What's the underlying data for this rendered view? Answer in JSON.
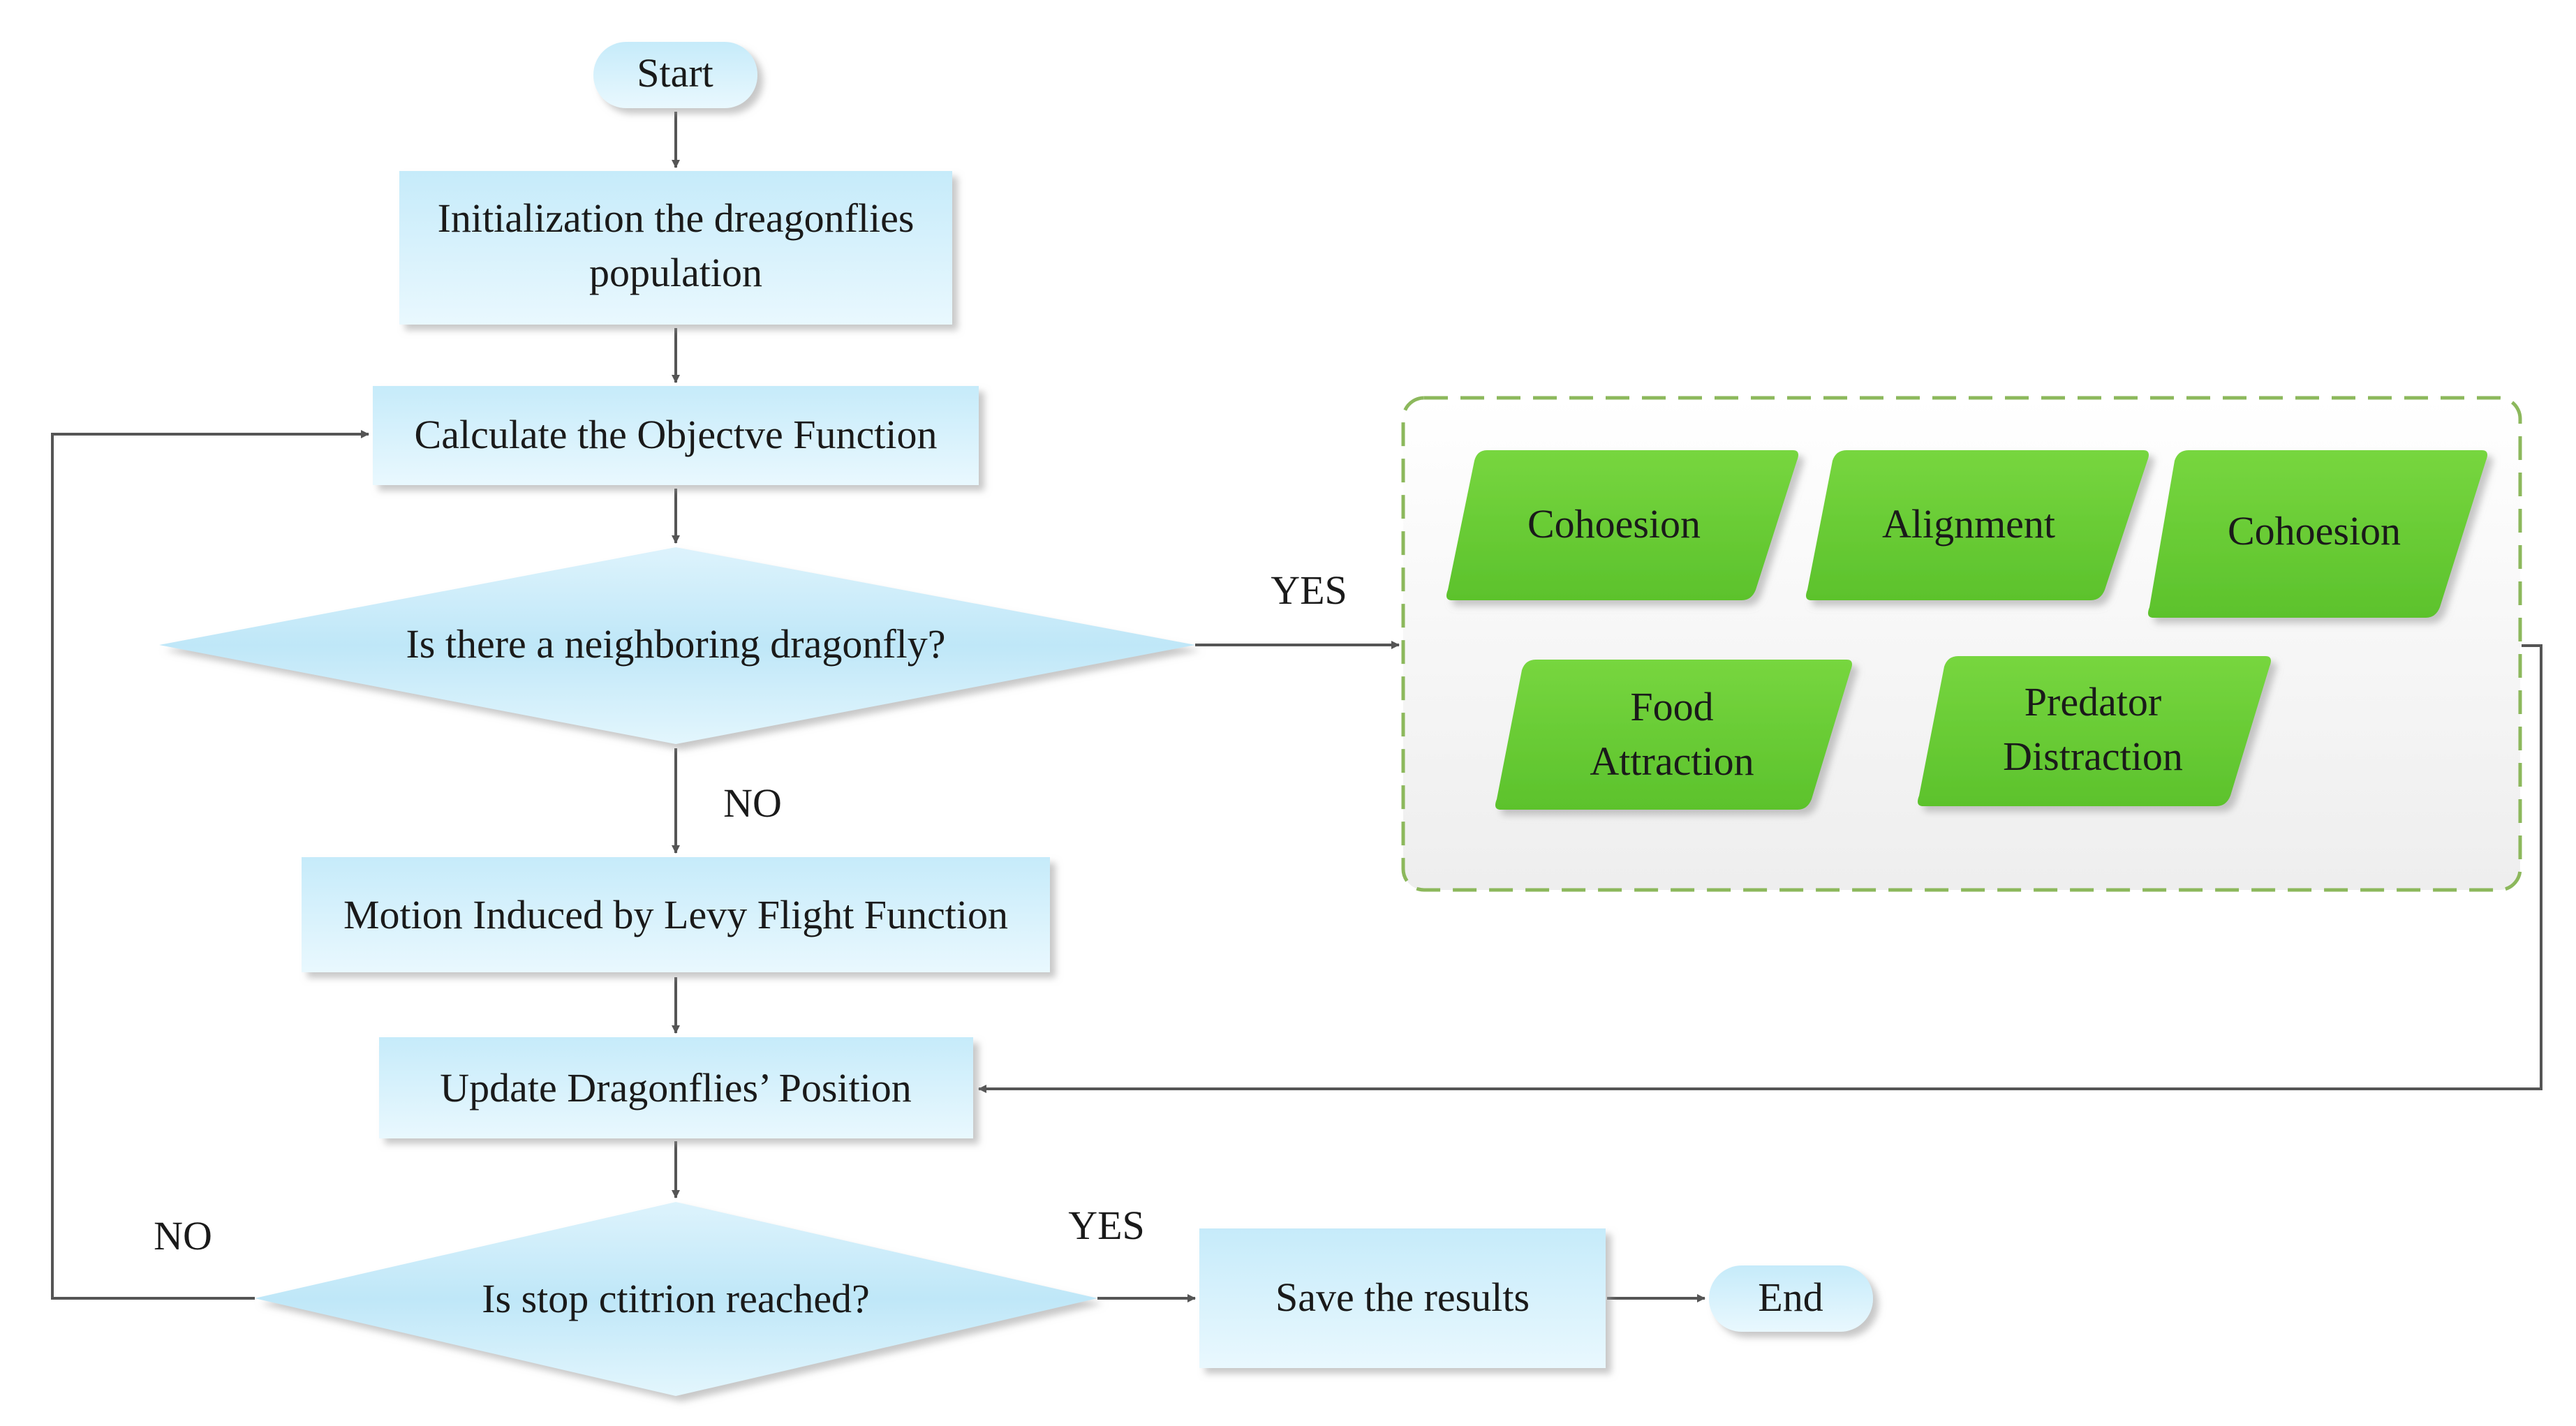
{
  "flowchart": {
    "start": "Start",
    "init": {
      "line1": "Initialization the dreagonflies",
      "line2": "population"
    },
    "objective": "Calculate the Objectve Function",
    "neighbor_decision": "Is there a neighboring dragonfly?",
    "yes_label_top": "YES",
    "no_label_mid": "NO",
    "levy": "Motion Induced by Levy Flight Function",
    "update": "Update Dragonflies’ Position",
    "stop_decision": "Is stop ctitrion reached?",
    "no_label_left": "NO",
    "yes_label_bottom": "YES",
    "save": "Save the results",
    "end": "End"
  },
  "behaviors": {
    "item1": "Cohoesion",
    "item2": "Alignment",
    "item3": "Cohoesion",
    "food": {
      "line1": "Food",
      "line2": "Attraction"
    },
    "predator": {
      "line1": "Predator",
      "line2": "Distraction"
    }
  },
  "colors": {
    "process_fill_top": "#cdeefb",
    "process_fill_bottom": "#e6f7fd",
    "green": "#66cc33",
    "dashed_border": "#8cb85c",
    "arrow": "#555555"
  }
}
